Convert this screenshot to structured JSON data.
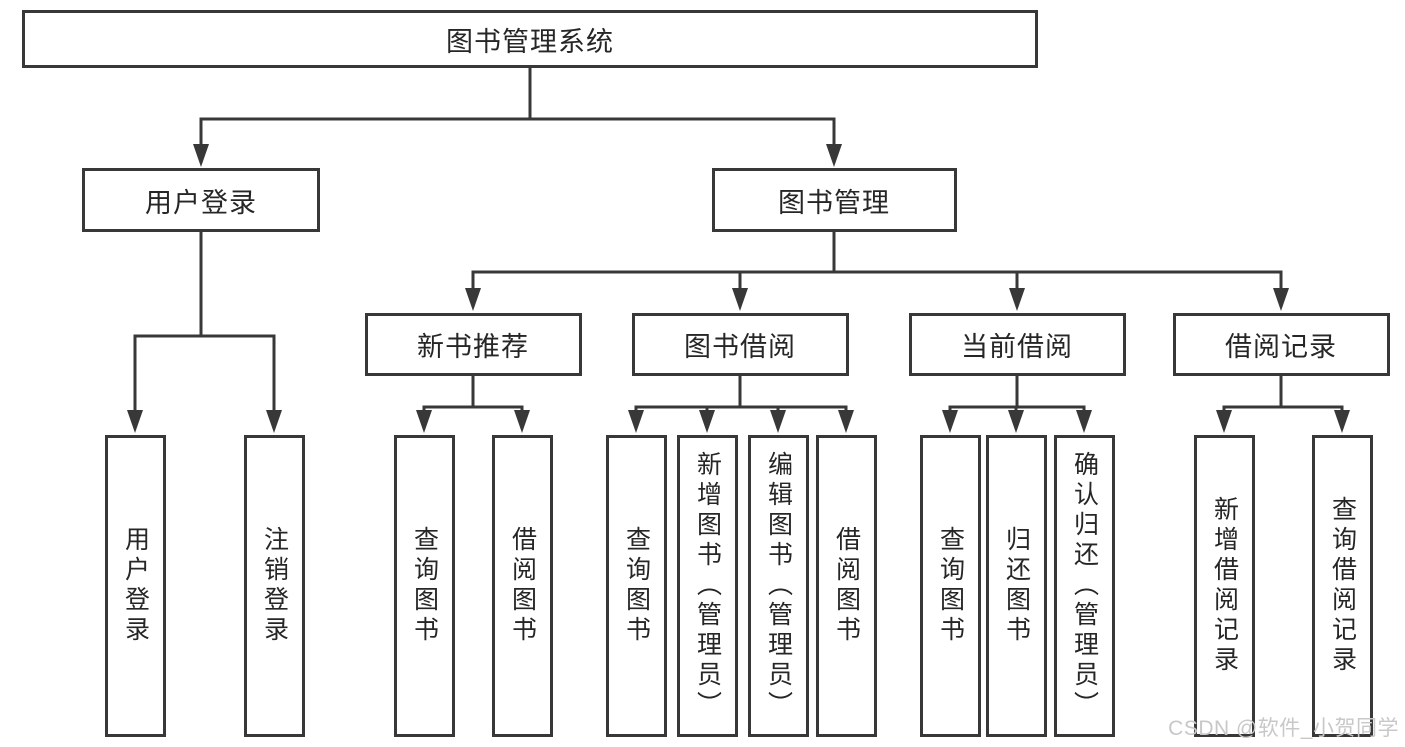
{
  "tree": {
    "root": "图书管理系统",
    "level2": [
      "用户登录",
      "图书管理"
    ],
    "level3": [
      "新书推荐",
      "图书借阅",
      "当前借阅",
      "借阅记录"
    ],
    "leaves": {
      "user_login": [
        "用户登录",
        "注销登录"
      ],
      "new_book_rec": [
        "查询图书",
        "借阅图书"
      ],
      "book_borrow": [
        "查询图书",
        "新增图书（管理员）",
        "编辑图书（管理员）",
        "借阅图书"
      ],
      "current_borrow": [
        "查询图书",
        "归还图书",
        "确认归还（管理员）"
      ],
      "borrow_record": [
        "新增借阅记录",
        "查询借阅记录"
      ]
    }
  },
  "watermark": "CSDN @软件_小贺同学",
  "colors": {
    "line": "#383838",
    "box_border": "#383838",
    "box_fill": "#ffffff",
    "text": "#262626",
    "watermark": "#c8c8c8",
    "background": "#ffffff"
  }
}
